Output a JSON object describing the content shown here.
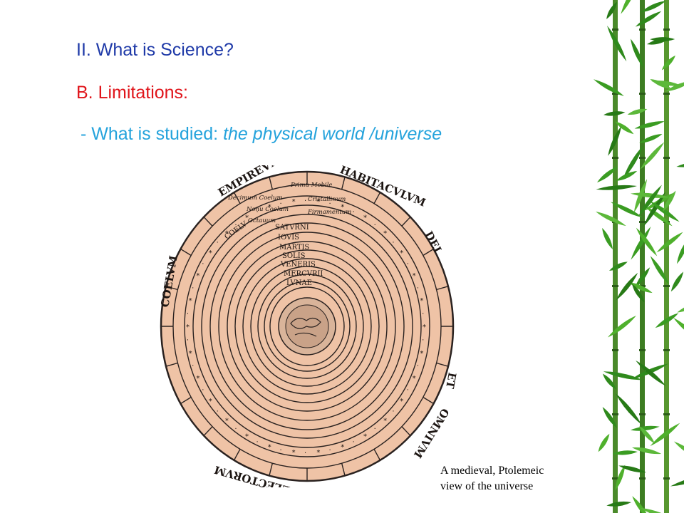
{
  "slide": {
    "title": "II. What is Science?",
    "subtitle": "B. Limitations:",
    "bullet_prefix": "- What is studied: ",
    "bullet_italic": "the physical world /universe",
    "caption_line1": "A medieval, Ptolemeic",
    "caption_line2": "view of the universe"
  },
  "diagram": {
    "outer_words": [
      "EMPIREVM",
      "HABITACVLVM",
      "DEI",
      "ET",
      "OMNIVM",
      "ELECTORVM",
      "COELVM"
    ],
    "sphere_labels": [
      "Primu Mobile",
      "Decimum Coelum",
      "Cristallinum",
      "Nonu Coelum",
      "Firmamentum",
      "Octauum",
      "SATVRNI",
      "IOVIS",
      "COELV",
      "MARTIS",
      "SOLIS",
      "VENERIS",
      "MERCVRII",
      "LVNAE"
    ],
    "colors": {
      "disc": "#efc3a6",
      "line": "#2a2220"
    }
  },
  "colors": {
    "title": "#1f3aa8",
    "subtitle": "#e0141a",
    "bullet": "#25a3dc",
    "bamboo": "#2f8a1c"
  }
}
